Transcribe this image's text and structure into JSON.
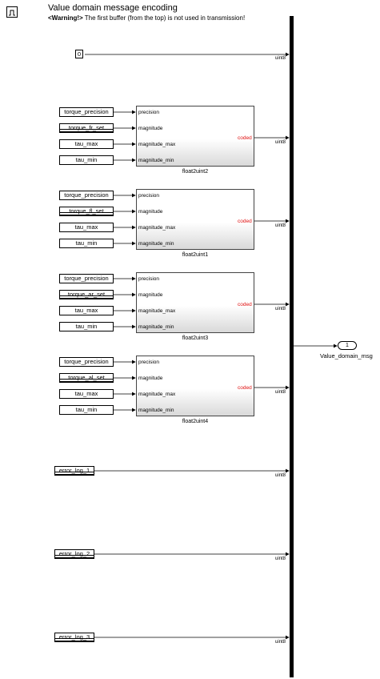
{
  "header": {
    "title": "Value domain message encoding",
    "warning_tag": "<Warning!>",
    "warning_text": " The first buffer (from the top) is not used in transmission!"
  },
  "constant": {
    "value": "0"
  },
  "signal_type": "uint8",
  "subsystems": [
    {
      "name": "float2uint2",
      "inputs": [
        "torque_precision",
        "torque_fr_set",
        "tau_max",
        "tau_min"
      ],
      "ports": [
        "precision",
        "magnitude",
        "magnitude_max",
        "magnitude_min"
      ],
      "output": "coded"
    },
    {
      "name": "float2uint1",
      "inputs": [
        "torque_precision",
        "torque_fl_set",
        "tau_max",
        "tau_min"
      ],
      "ports": [
        "precision",
        "magnitude",
        "magnitude_max",
        "magnitude_min"
      ],
      "output": "coded"
    },
    {
      "name": "float2uint3",
      "inputs": [
        "torque_precision",
        "torque_ar_set",
        "tau_max",
        "tau_min"
      ],
      "ports": [
        "precision",
        "magnitude",
        "magnitude_max",
        "magnitude_min"
      ],
      "output": "coded"
    },
    {
      "name": "float2uint4",
      "inputs": [
        "torque_precision",
        "torque_al_set",
        "tau_max",
        "tau_min"
      ],
      "ports": [
        "precision",
        "magnitude",
        "magnitude_max",
        "magnitude_min"
      ],
      "output": "coded"
    }
  ],
  "error_logs": [
    "error_log_1",
    "error_log_2",
    "error_log_3"
  ],
  "outport": {
    "number": "1",
    "name": "Value_domain_msg"
  }
}
